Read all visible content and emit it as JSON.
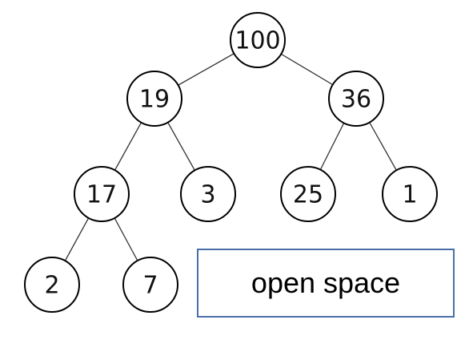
{
  "tree": {
    "nodes": [
      {
        "id": "n100",
        "label": "100"
      },
      {
        "id": "n19",
        "label": "19"
      },
      {
        "id": "n36",
        "label": "36"
      },
      {
        "id": "n17",
        "label": "17"
      },
      {
        "id": "n3",
        "label": "3"
      },
      {
        "id": "n25",
        "label": "25"
      },
      {
        "id": "n1",
        "label": "1"
      },
      {
        "id": "n2",
        "label": "2"
      },
      {
        "id": "n7",
        "label": "7"
      }
    ],
    "edges": [
      [
        "n100",
        "n19"
      ],
      [
        "n100",
        "n36"
      ],
      [
        "n19",
        "n17"
      ],
      [
        "n19",
        "n3"
      ],
      [
        "n36",
        "n25"
      ],
      [
        "n36",
        "n1"
      ],
      [
        "n17",
        "n2"
      ],
      [
        "n17",
        "n7"
      ]
    ]
  },
  "open_space": {
    "label": "open space"
  },
  "colors": {
    "box_border": "#4a6fa8",
    "node_stroke": "#000000",
    "edge": "#333333"
  }
}
